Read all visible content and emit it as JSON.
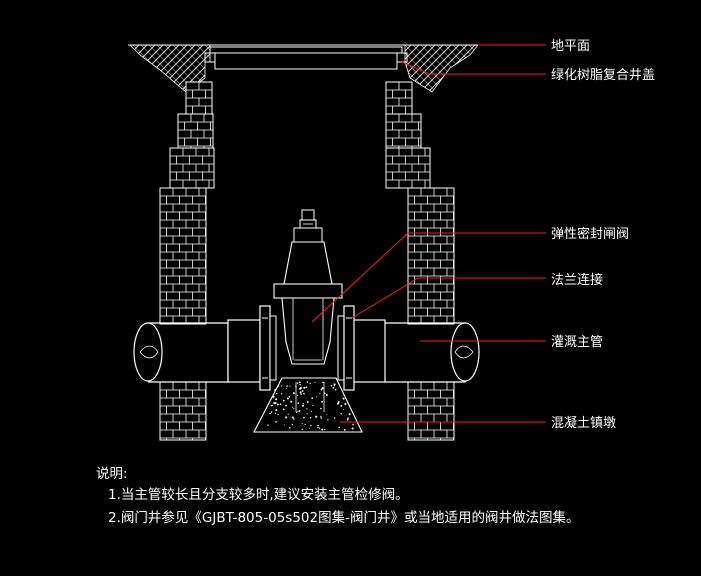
{
  "drawing": {
    "labels": {
      "ground": "地平面",
      "cover": "绿化树脂复合井盖",
      "valve": "弹性密封闸阀",
      "flange": "法兰连接",
      "pipe": "灌溉主管",
      "anchor": "混凝土镇墩"
    },
    "notes": {
      "heading": "说明:",
      "line1": "1.当主管较长且分支较多时,建议安装主管检修阀。",
      "line2": "2.阀门井参见《GJBT-805-05s502图集-阀门井》或当地适用的阀井做法图集。"
    },
    "colors": {
      "background": "#000000",
      "line": "#ffffff",
      "leader": "#ff1a1a"
    }
  }
}
